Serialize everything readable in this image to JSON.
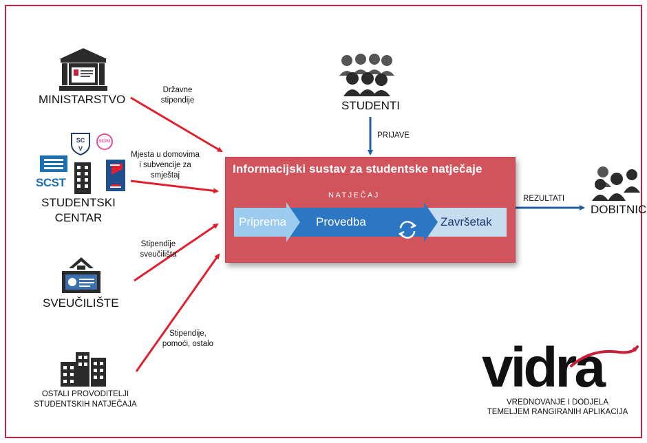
{
  "ministarstvo": {
    "label": "MINISTARSTVO",
    "flow": [
      "Državne",
      "stipendije"
    ]
  },
  "studentski_centar": {
    "label": [
      "STUDENTSKI",
      "CENTAR"
    ],
    "flow": [
      "Mjesta u domovima",
      "i subvencije za",
      "smještaj"
    ],
    "logo_scpu": "SCPU",
    "logo_scst": "SCST"
  },
  "sveuciliste": {
    "label": "SVEUČILIŠTE",
    "flow": [
      "Stipendije",
      "sveučilišta"
    ]
  },
  "ostali": {
    "label": [
      "OSTALI PROVODITELJI",
      "STUDENTSKIH NATJEČAJA"
    ],
    "flow": [
      "Stipendije,",
      "pomoći, ostalo"
    ]
  },
  "studenti": {
    "label": "STUDENTI",
    "flow": "PRIJAVE"
  },
  "system": {
    "title": "Informacijski sustav za studentske natječaje",
    "natjecaj": "NATJEČAJ",
    "phases": [
      "Priprema",
      "Provedba",
      "Završetak"
    ]
  },
  "results": {
    "flow": "REZULTATI",
    "label": "DOBITNICI"
  },
  "vidra": {
    "logo": "vidra",
    "tagline": [
      "VREDNOVANJE I DODJELA",
      "TEMELJEM RANGIRANIH APLIKACIJA"
    ]
  },
  "colors": {
    "red_arrow": "#e0202e",
    "blue_arrow": "#1f5f9f",
    "box": "#d1545d",
    "frame": "#c8203a"
  }
}
